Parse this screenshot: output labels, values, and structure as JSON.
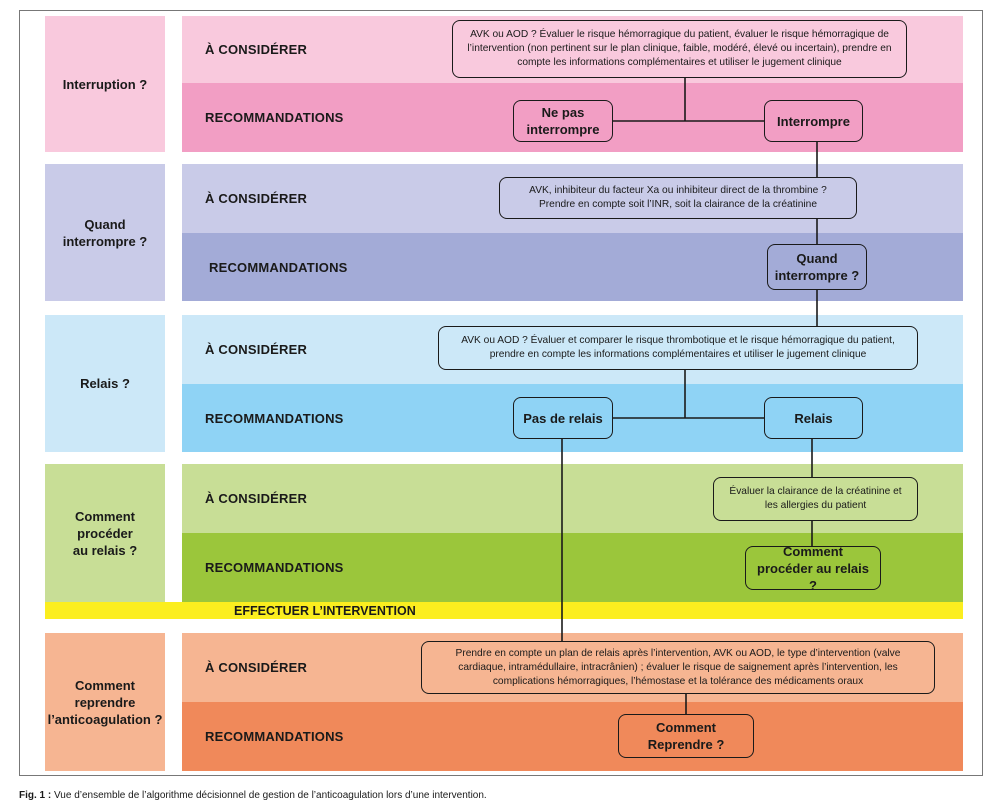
{
  "figure": {
    "caption_prefix": "Fig. 1 :",
    "caption_text": " Vue d’ensemble de l’algorithme décisionnel de gestion de l’anticoagulation lors d’une intervention."
  },
  "labels": {
    "consider": "À CONSIDÉRER",
    "recommend": "RECOMMANDATIONS",
    "effectuer": "EFFECTUER L’INTERVENTION"
  },
  "sections": [
    {
      "title": "Interruption ?",
      "consider_text": "AVK ou AOD ? Évaluer le risque hémorragique du patient, évaluer le risque hémorragique de l’intervention (non pertinent sur le plan clinique, faible, modéré, élevé ou incertain), prendre en compte les informations complémentaires et utiliser le jugement clinique",
      "recommendations": [
        "Ne pas\ninterrompre",
        "Interrompre"
      ]
    },
    {
      "title": "Quand\ninterrompre ?",
      "consider_text": "AVK, inhibiteur du facteur Xa ou inhibiteur direct de la thrombine ? Prendre en compte soit l’INR, soit la clairance de la créatinine",
      "recommendations": [
        "Quand\ninterrompre ?"
      ]
    },
    {
      "title": "Relais ?",
      "consider_text": "AVK ou AOD ? Évaluer et comparer le risque thrombotique et le risque hémorragique du patient, prendre en compte les informations complémentaires et utiliser le jugement clinique",
      "recommendations": [
        "Pas de relais",
        "Relais"
      ]
    },
    {
      "title": "Comment\nprocéder\nau relais ?",
      "consider_text": "Évaluer la clairance de la créatinine et les allergies du patient",
      "recommendations": [
        "Comment\nprocéder au relais ?"
      ]
    },
    {
      "title": "Comment\nreprendre\nl’anticoagulation ?",
      "consider_text": "Prendre en compte un plan de relais après l’intervention, AVK ou AOD, le type d’intervention (valve cardiaque, intramédullaire, intracrânien) ; évaluer le risque de saignement après l’intervention, les complications hémorragiques, l’hémostase et la tolérance des médicaments oraux",
      "recommendations": [
        "Comment\nReprendre ?"
      ]
    }
  ],
  "colors": {
    "s1_label": "#f9c9dd",
    "s1_consider": "#f9c9dd",
    "s1_rec": "#f29ec4",
    "s2_label": "#c9cbe8",
    "s2_consider": "#c9cbe8",
    "s2_rec": "#a3abd7",
    "s3_label": "#cce8f8",
    "s3_consider": "#cce8f8",
    "s3_rec": "#8fd3f5",
    "s4_label": "#c8de96",
    "s4_consider": "#c8de96",
    "s4_rec": "#9bc63b",
    "s5_label": "#f6b592",
    "s5_consider": "#f6b592",
    "s5_rec": "#f0895a",
    "effectuer_bar": "#fbee1f"
  }
}
